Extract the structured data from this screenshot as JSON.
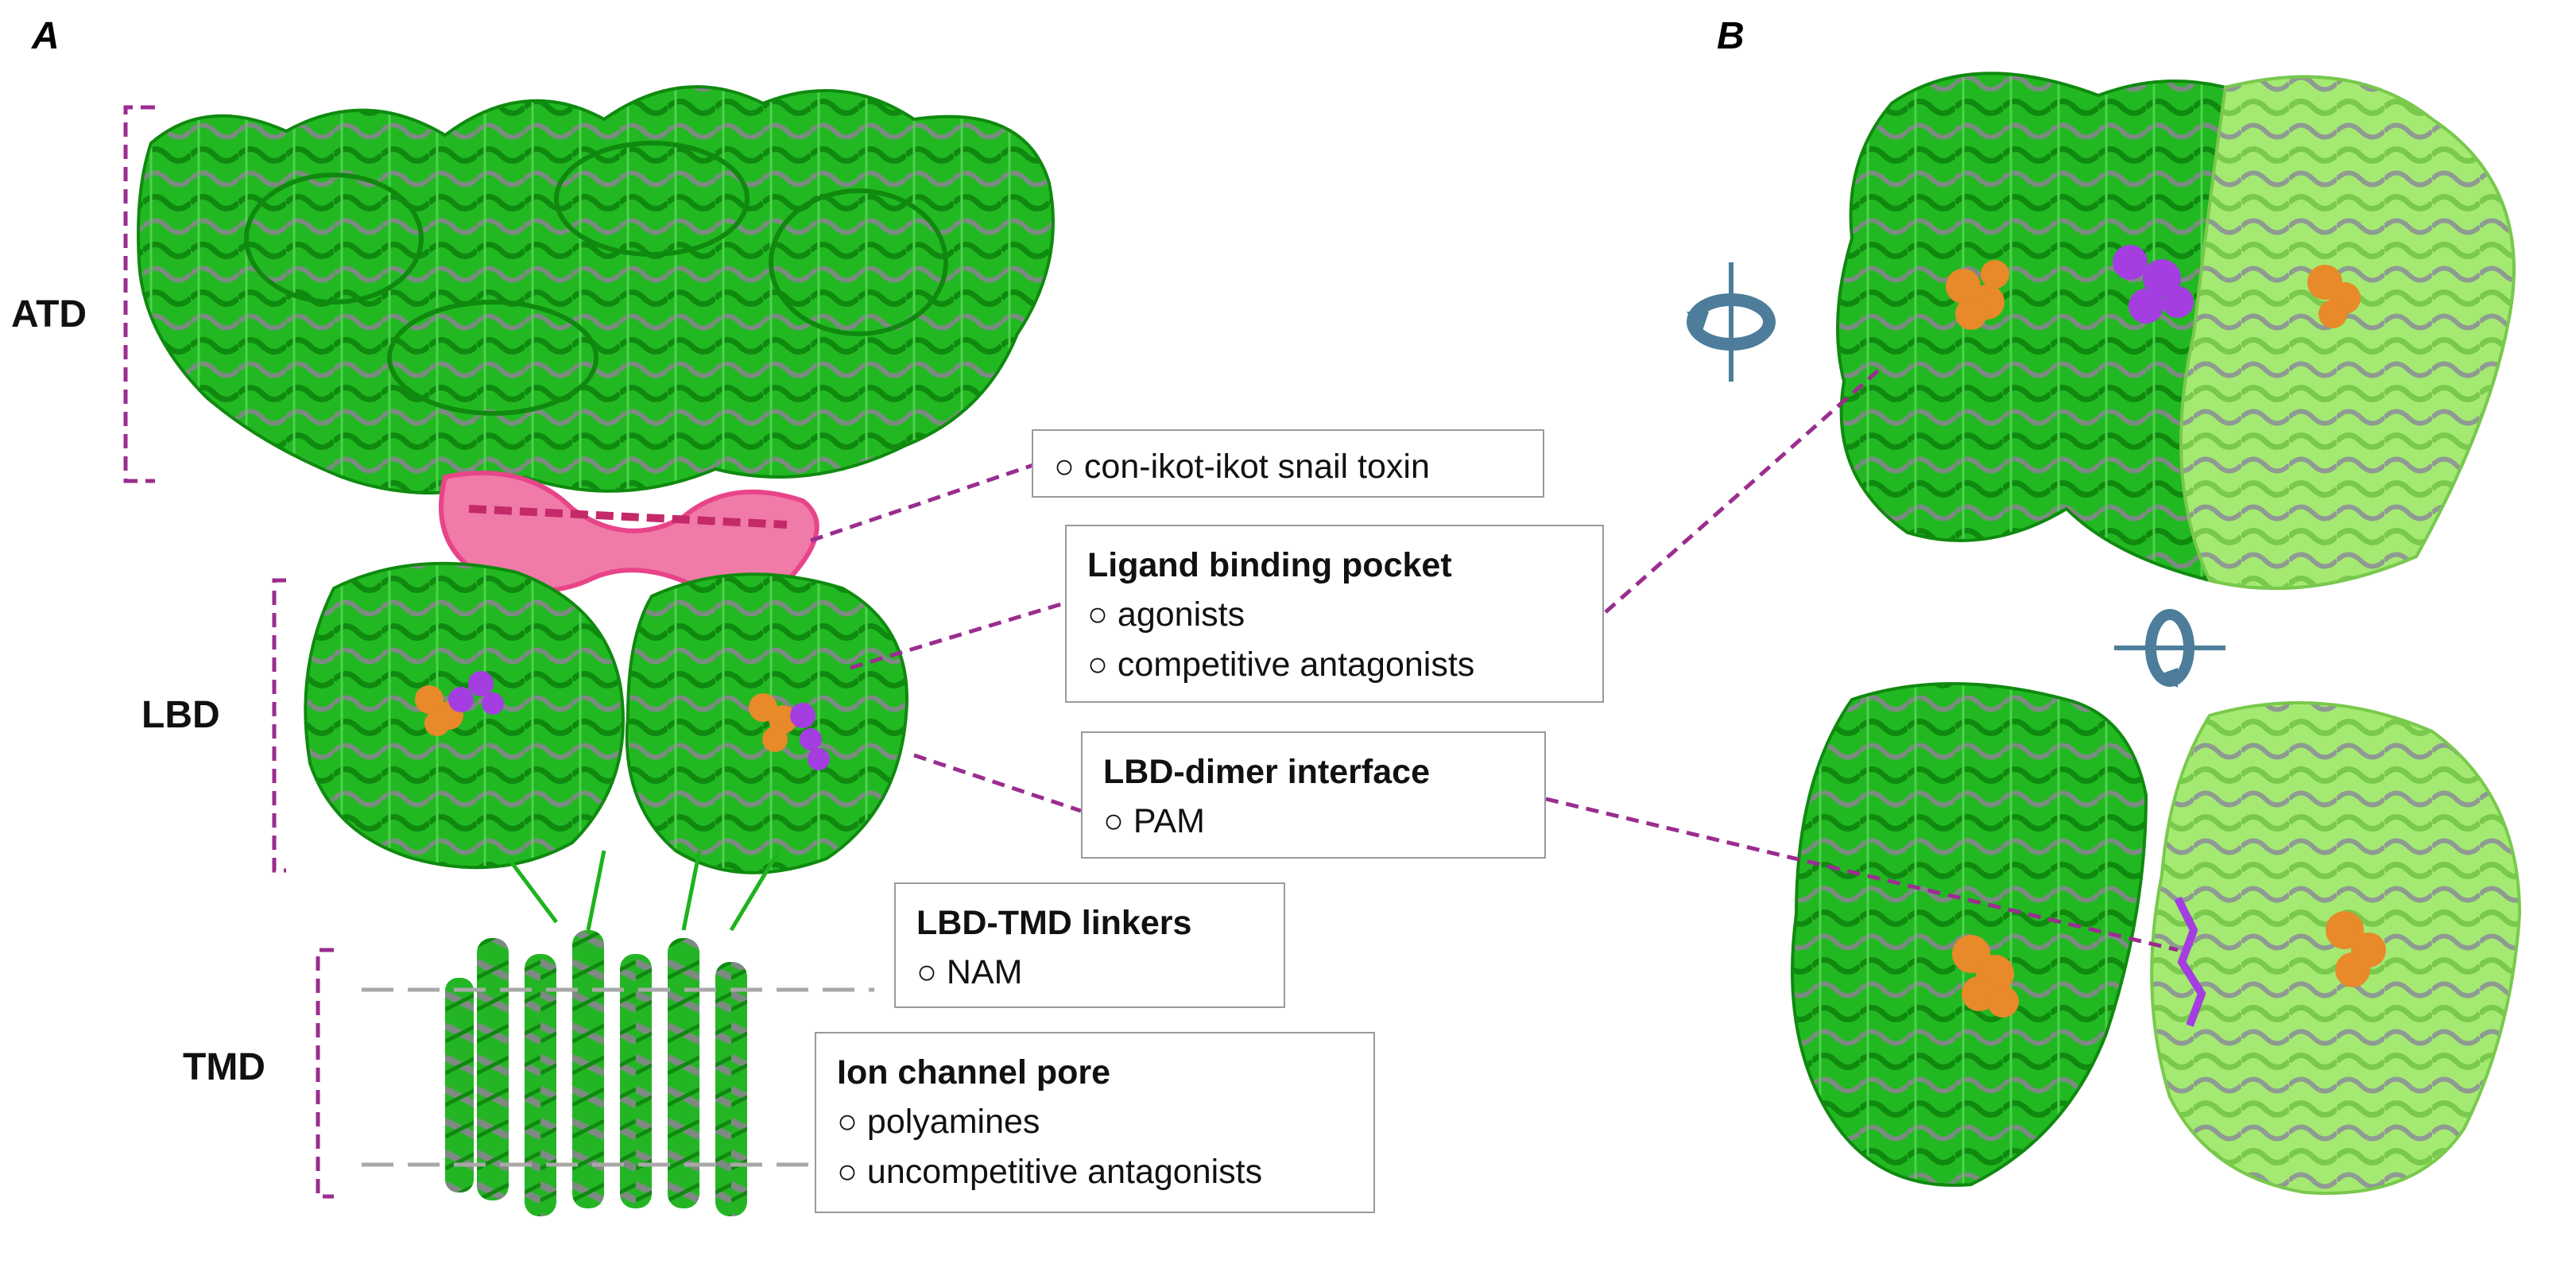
{
  "panels": {
    "a": "A",
    "b": "B"
  },
  "domains": {
    "atd": "ATD",
    "lbd": "LBD",
    "tmd": "TMD"
  },
  "callouts": {
    "toxin": {
      "items": [
        "con-ikot-ikot snail toxin"
      ]
    },
    "ligand_pocket": {
      "title": "Ligand binding pocket",
      "items": [
        "agonists",
        "competitive antagonists"
      ]
    },
    "dimer_interface": {
      "title": "LBD-dimer interface",
      "items": [
        "PAM"
      ]
    },
    "linkers": {
      "title": "LBD-TMD linkers",
      "items": [
        "NAM"
      ]
    },
    "pore": {
      "title": "Ion channel pore",
      "items": [
        "polyamines",
        "uncompetitive antagonists"
      ]
    }
  },
  "colors": {
    "protein_dark": "#1db31d",
    "protein_light": "#9be56a",
    "helix_shade": "#7d8a82",
    "toxin": "#e8448a",
    "agonist": "#e8892a",
    "modulator": "#a43ee0",
    "bracket": "#9b2d8f",
    "rotate_arrow": "#4d7d9a"
  },
  "icons": [
    "rotate-y-arrow-icon",
    "rotate-x-arrow-icon"
  ]
}
